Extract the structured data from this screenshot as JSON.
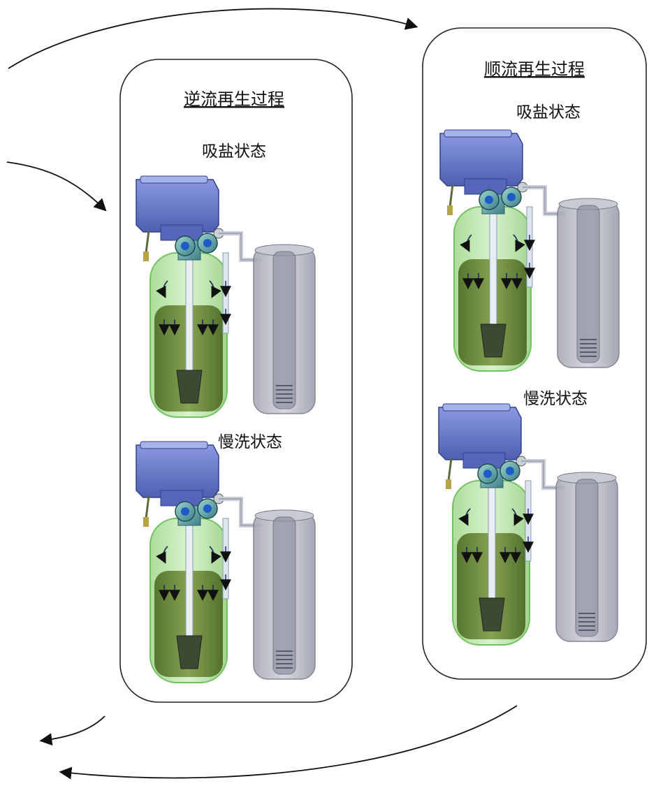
{
  "panels": {
    "counter_current": {
      "title": "逆流再生过程",
      "states": [
        {
          "label": "吸盐状态"
        },
        {
          "label": "慢洗状态"
        }
      ]
    },
    "co_current": {
      "title": "顺流再生过程",
      "states": [
        {
          "label": "吸盐状态"
        },
        {
          "label": "慢洗状态"
        }
      ]
    }
  },
  "colors": {
    "controller": "#6f7fd0",
    "tank_glass": "#b9e6a8",
    "resin": "#5f7d2c",
    "brine_tank": "#b3b5c2",
    "flow_arrow": "#3848a8",
    "outline": "#222222"
  },
  "icons": [
    "softener-valve-controller-icon",
    "resin-tank-icon",
    "brine-tank-icon",
    "flow-arrow-icon"
  ]
}
